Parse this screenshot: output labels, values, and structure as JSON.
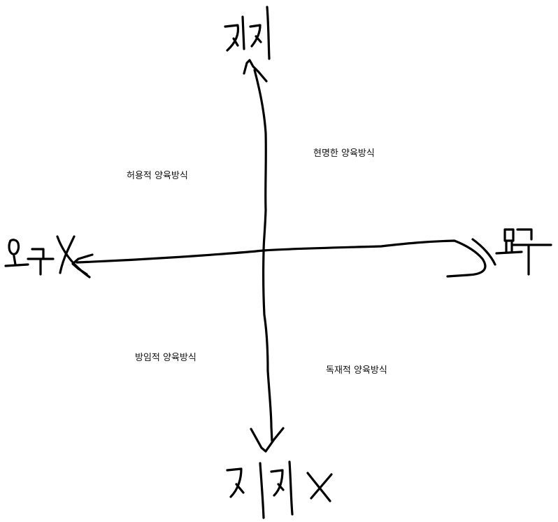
{
  "quadrants": {
    "top_left": "허용적 양육방식",
    "top_right": "현명한 양육방식",
    "bottom_left": "방임적 양육방식",
    "bottom_right": "독재적 양육방식"
  },
  "axes": {
    "top": "지지",
    "bottom": "지지X",
    "left": "요구X",
    "right": "요구"
  },
  "ink_color": "#000000"
}
